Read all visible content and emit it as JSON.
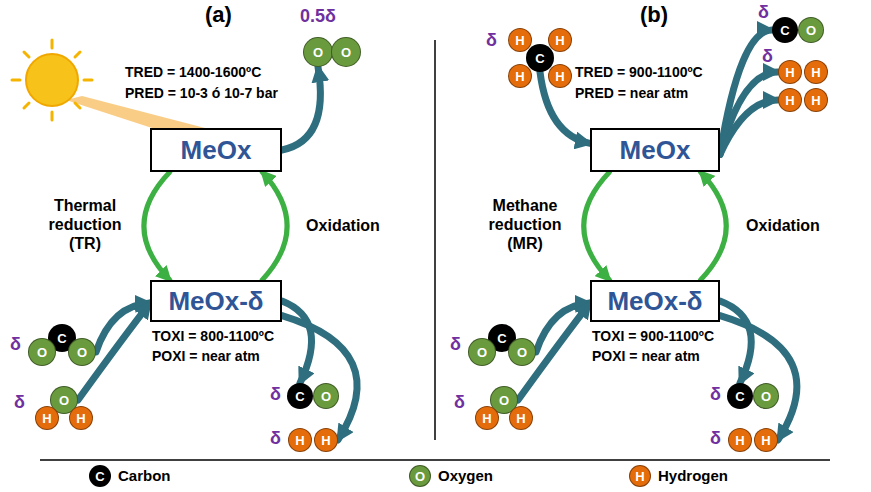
{
  "diagram": {
    "nodes": [
      {
        "text": [
          "O"
        ]
      },
      {
        "text": [
          "O"
        ]
      },
      {
        "text": [
          "MeOx"
        ]
      },
      {
        "text": [
          "MeOx-δ"
        ]
      },
      {
        "text": [
          "C"
        ]
      },
      {
        "text": [
          "O"
        ]
      },
      {
        "text": [
          "O"
        ]
      },
      {
        "text": [
          "O"
        ]
      },
      {
        "text": [
          "H"
        ]
      },
      {
        "text": [
          "H"
        ]
      },
      {
        "text": [
          "C"
        ]
      },
      {
        "text": [
          "O"
        ]
      },
      {
        "text": [
          "H"
        ]
      },
      {
        "text": [
          "H"
        ]
      },
      {
        "text": [
          "C"
        ]
      },
      {
        "text": [
          "H"
        ]
      },
      {
        "text": [
          "H"
        ]
      },
      {
        "text": [
          "H"
        ]
      },
      {
        "text": [
          "H"
        ]
      },
      {
        "text": [
          "C"
        ]
      },
      {
        "text": [
          "O"
        ]
      },
      {
        "text": [
          "H"
        ]
      },
      {
        "text": [
          "H"
        ]
      },
      {
        "text": [
          "H"
        ]
      },
      {
        "text": [
          "H"
        ]
      },
      {
        "text": [
          "MeOx"
        ]
      },
      {
        "text": [
          "MeOx-δ"
        ]
      },
      {
        "text": [
          "C"
        ]
      },
      {
        "text": [
          "O"
        ]
      },
      {
        "text": [
          "O"
        ]
      },
      {
        "text": [
          "O"
        ]
      },
      {
        "text": [
          "H"
        ]
      },
      {
        "text": [
          "H"
        ]
      },
      {
        "text": [
          "C"
        ]
      },
      {
        "text": [
          "O"
        ]
      },
      {
        "text": [
          "H"
        ]
      },
      {
        "text": [
          "H"
        ]
      }
    ],
    "edges": [
      {
        "from": 2,
        "to": 3,
        "arrow": "to",
        "label": "Thermal reduction (TR)"
      },
      {
        "from": 3,
        "to": 2,
        "arrow": "to",
        "label": "Oxidation"
      },
      {
        "from": 2,
        "to": 0,
        "arrow": "to"
      },
      {
        "from": 6,
        "to": 3,
        "arrow": "to"
      },
      {
        "from": 7,
        "to": 3,
        "arrow": "to"
      },
      {
        "from": 3,
        "to": 10,
        "arrow": "to"
      },
      {
        "from": 3,
        "to": 13,
        "arrow": "to"
      },
      {
        "from": 25,
        "to": 26,
        "arrow": "to",
        "label": "Methane reduction (MR)"
      },
      {
        "from": 26,
        "to": 25,
        "arrow": "to",
        "label": "Oxidation"
      },
      {
        "from": 14,
        "to": 25,
        "arrow": "to"
      },
      {
        "from": 25,
        "to": 19,
        "arrow": "to"
      },
      {
        "from": 25,
        "to": 21,
        "arrow": "to"
      },
      {
        "from": 25,
        "to": 23,
        "arrow": "to"
      },
      {
        "from": 29,
        "to": 26,
        "arrow": "to"
      },
      {
        "from": 30,
        "to": 26,
        "arrow": "to"
      },
      {
        "from": 26,
        "to": 33,
        "arrow": "to"
      },
      {
        "from": 26,
        "to": 36,
        "arrow": "to"
      }
    ],
    "labels": [
      "(a)",
      "0.5δ",
      "TRED = 1400-1600ºC",
      "PRED = 10-3 ó 10-7 bar",
      "TOXI = 800-1100ºC",
      "POXI = near atm",
      "δ",
      "δ",
      "δ",
      "δ",
      "(b)",
      "δ",
      "TRED = 900-1100ºC",
      "PRED = near atm",
      "δ",
      "δ",
      "TOXI = 900-1100ºC",
      "POXI = near atm",
      "δ",
      "δ",
      "δ",
      "δ",
      "C",
      "O",
      "H"
    ],
    "legend": [
      {
        "text": "Carbon",
        "color": "#000000"
      },
      {
        "text": "Oxygen",
        "color": "#6a9a3e"
      },
      {
        "text": "Hydrogen",
        "color": "#e46c0a"
      }
    ]
  }
}
